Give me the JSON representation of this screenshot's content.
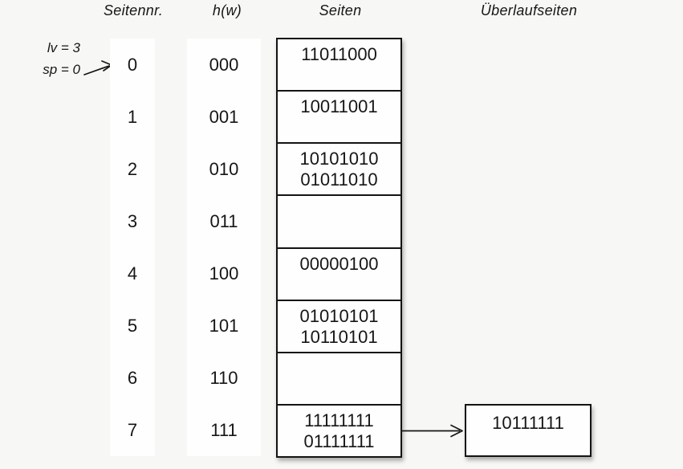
{
  "headers": {
    "seitennr": "Seitennr.",
    "hw": "h(w)",
    "seiten": "Seiten",
    "ueberlauf": "Überlaufseiten"
  },
  "annotation": {
    "lv": "lv = 3",
    "sp": "sp = 0"
  },
  "rows": [
    {
      "page": "0",
      "hash": "000",
      "values": [
        "11011000"
      ]
    },
    {
      "page": "1",
      "hash": "001",
      "values": [
        "10011001"
      ]
    },
    {
      "page": "2",
      "hash": "010",
      "values": [
        "10101010",
        "01011010"
      ]
    },
    {
      "page": "3",
      "hash": "011",
      "values": []
    },
    {
      "page": "4",
      "hash": "100",
      "values": [
        "00000100"
      ]
    },
    {
      "page": "5",
      "hash": "101",
      "values": [
        "01010101",
        "10110101"
      ]
    },
    {
      "page": "6",
      "hash": "110",
      "values": []
    },
    {
      "page": "7",
      "hash": "111",
      "values": [
        "11111111",
        "01111111"
      ]
    }
  ],
  "overflow": {
    "attached_to_page": "7",
    "values": [
      "10111111"
    ]
  },
  "colors": {
    "background": "#f7f7f5",
    "box_background": "#fefefe",
    "border": "#141414",
    "text": "#161616"
  }
}
